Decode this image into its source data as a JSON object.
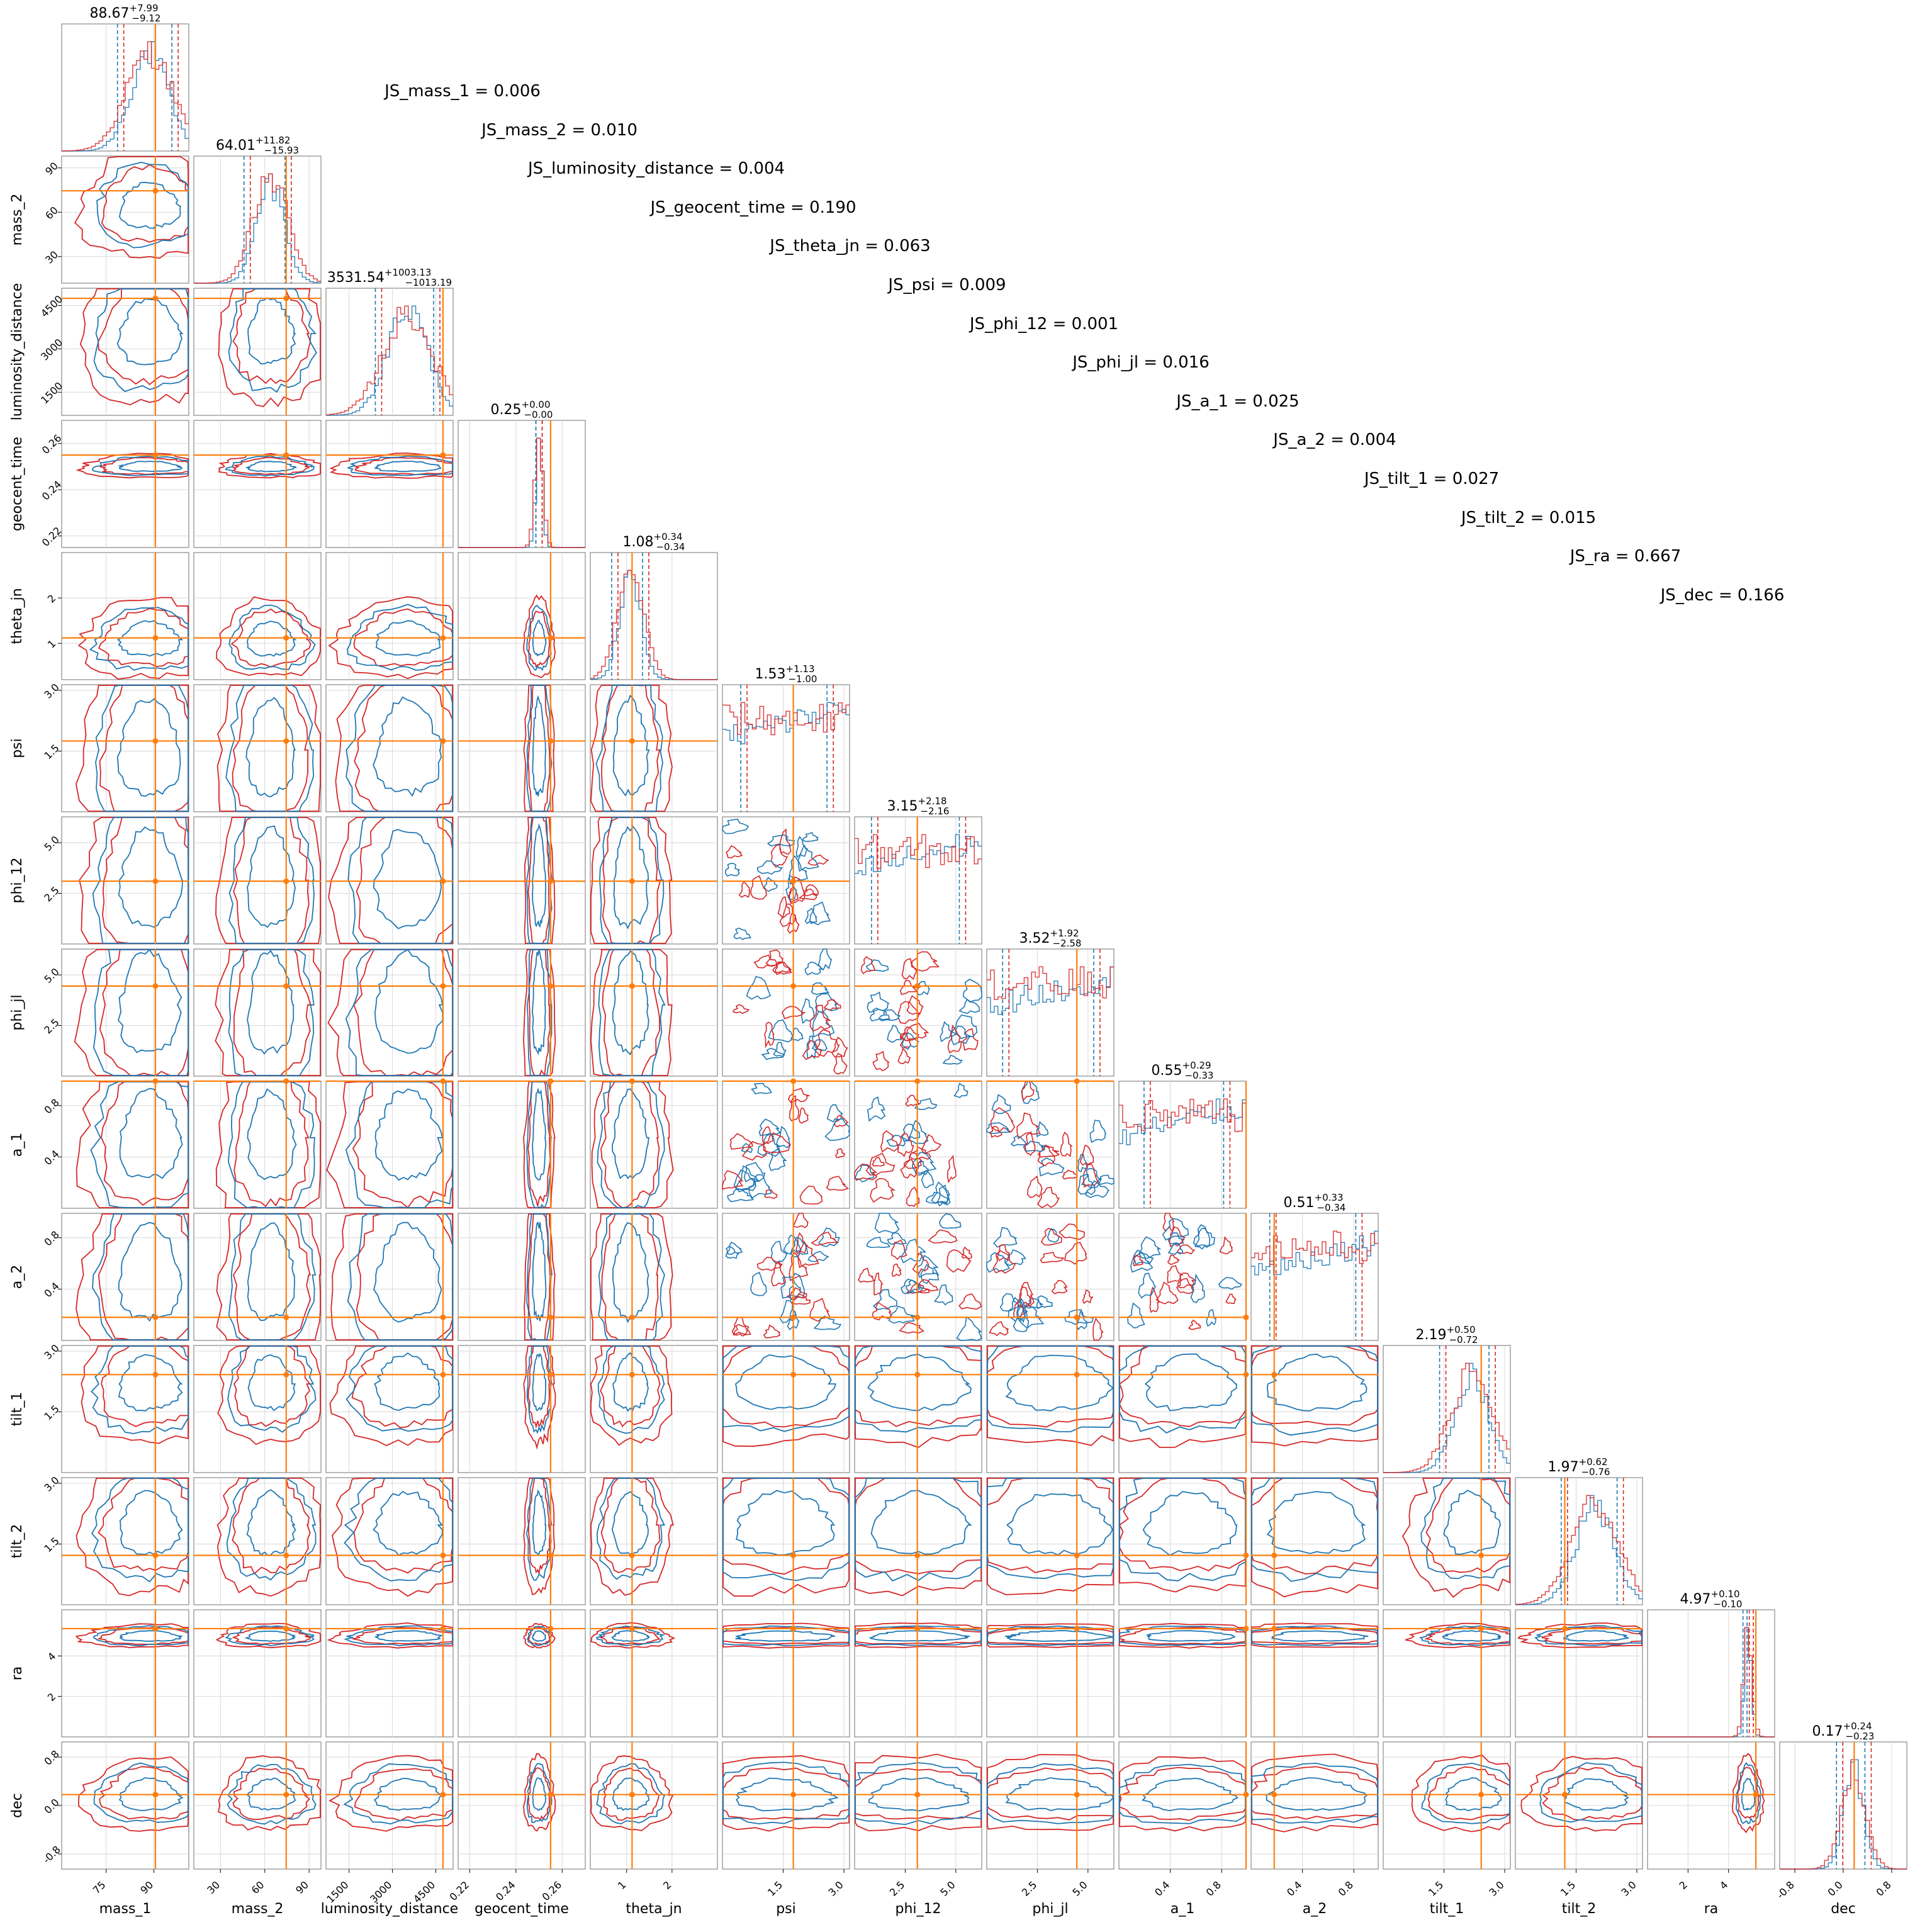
{
  "chart_data": {
    "type": "corner",
    "parameters": [
      "mass_1",
      "mass_2",
      "luminosity_distance",
      "geocent_time",
      "theta_jn",
      "psi",
      "phi_12",
      "phi_jl",
      "a_1",
      "a_2",
      "tilt_1",
      "tilt_2",
      "ra",
      "dec"
    ],
    "ranges": [
      [
        61,
        101
      ],
      [
        12,
        98
      ],
      [
        700,
        5100
      ],
      [
        0.215,
        0.27
      ],
      [
        0.2,
        3.0
      ],
      [
        0.0,
        3.14
      ],
      [
        0.0,
        6.28
      ],
      [
        0.0,
        6.28
      ],
      [
        0.0,
        0.99
      ],
      [
        0.0,
        0.99
      ],
      [
        0.0,
        3.14
      ],
      [
        0.0,
        3.14
      ],
      [
        0.0,
        6.28
      ],
      [
        -1.05,
        1.05
      ]
    ],
    "ticks": {
      "mass_1": [
        "75",
        "90"
      ],
      "mass_2": [
        "30",
        "60",
        "90"
      ],
      "luminosity_distance": [
        "1500",
        "3000",
        "4500"
      ],
      "geocent_time": [
        "0.22",
        "0.24",
        "0.26"
      ],
      "theta_jn": [
        "1",
        "2"
      ],
      "psi": [
        "1.5",
        "3.0"
      ],
      "phi_12": [
        "2.5",
        "5.0"
      ],
      "phi_jl": [
        "2.5",
        "5.0"
      ],
      "a_1": [
        "0.4",
        "0.8"
      ],
      "a_2": [
        "0.4",
        "0.8"
      ],
      "tilt_1": [
        "1.5",
        "3.0"
      ],
      "tilt_2": [
        "1.5",
        "3.0"
      ],
      "ra": [
        "2",
        "4"
      ],
      "dec": [
        "-0.8",
        "0.0",
        "0.8"
      ]
    },
    "injection": [
      90.5,
      74.5,
      4750,
      0.255,
      1.12,
      1.75,
      3.1,
      4.45,
      0.99,
      0.18,
      2.42,
      1.22,
      5.35,
      0.18
    ],
    "summary": [
      "88.67",
      "64.01",
      "3531.54",
      "0.25",
      "1.08",
      "1.53",
      "3.15",
      "3.52",
      "0.55",
      "0.51",
      "2.19",
      "1.97",
      "4.97",
      "0.17"
    ],
    "summary_plus": [
      "7.99",
      "11.82",
      "1003.13",
      "0.00",
      "0.34",
      "1.13",
      "2.18",
      "1.92",
      "0.29",
      "0.33",
      "0.50",
      "0.62",
      "0.10",
      "0.24"
    ],
    "summary_minus": [
      "9.12",
      "15.93",
      "1013.19",
      "0.00",
      "0.34",
      "1.00",
      "2.16",
      "2.58",
      "0.33",
      "0.34",
      "0.72",
      "0.76",
      "0.10",
      "0.23"
    ],
    "js_divergences": [
      "JS_mass_1 = 0.006",
      "JS_mass_2 = 0.010",
      "JS_luminosity_distance = 0.004",
      "JS_geocent_time = 0.190",
      "JS_theta_jn = 0.063",
      "JS_psi = 0.009",
      "JS_phi_12 = 0.001",
      "JS_phi_jl = 0.016",
      "JS_a_1 = 0.025",
      "JS_a_2 = 0.004",
      "JS_tilt_1 = 0.027",
      "JS_tilt_2 = 0.015",
      "JS_ra = 0.667",
      "JS_dec = 0.166"
    ],
    "series": [
      {
        "color": "#1f77b4"
      },
      {
        "color": "#d62728"
      }
    ],
    "injection_color": "#ff7f0e",
    "grid": true
  }
}
